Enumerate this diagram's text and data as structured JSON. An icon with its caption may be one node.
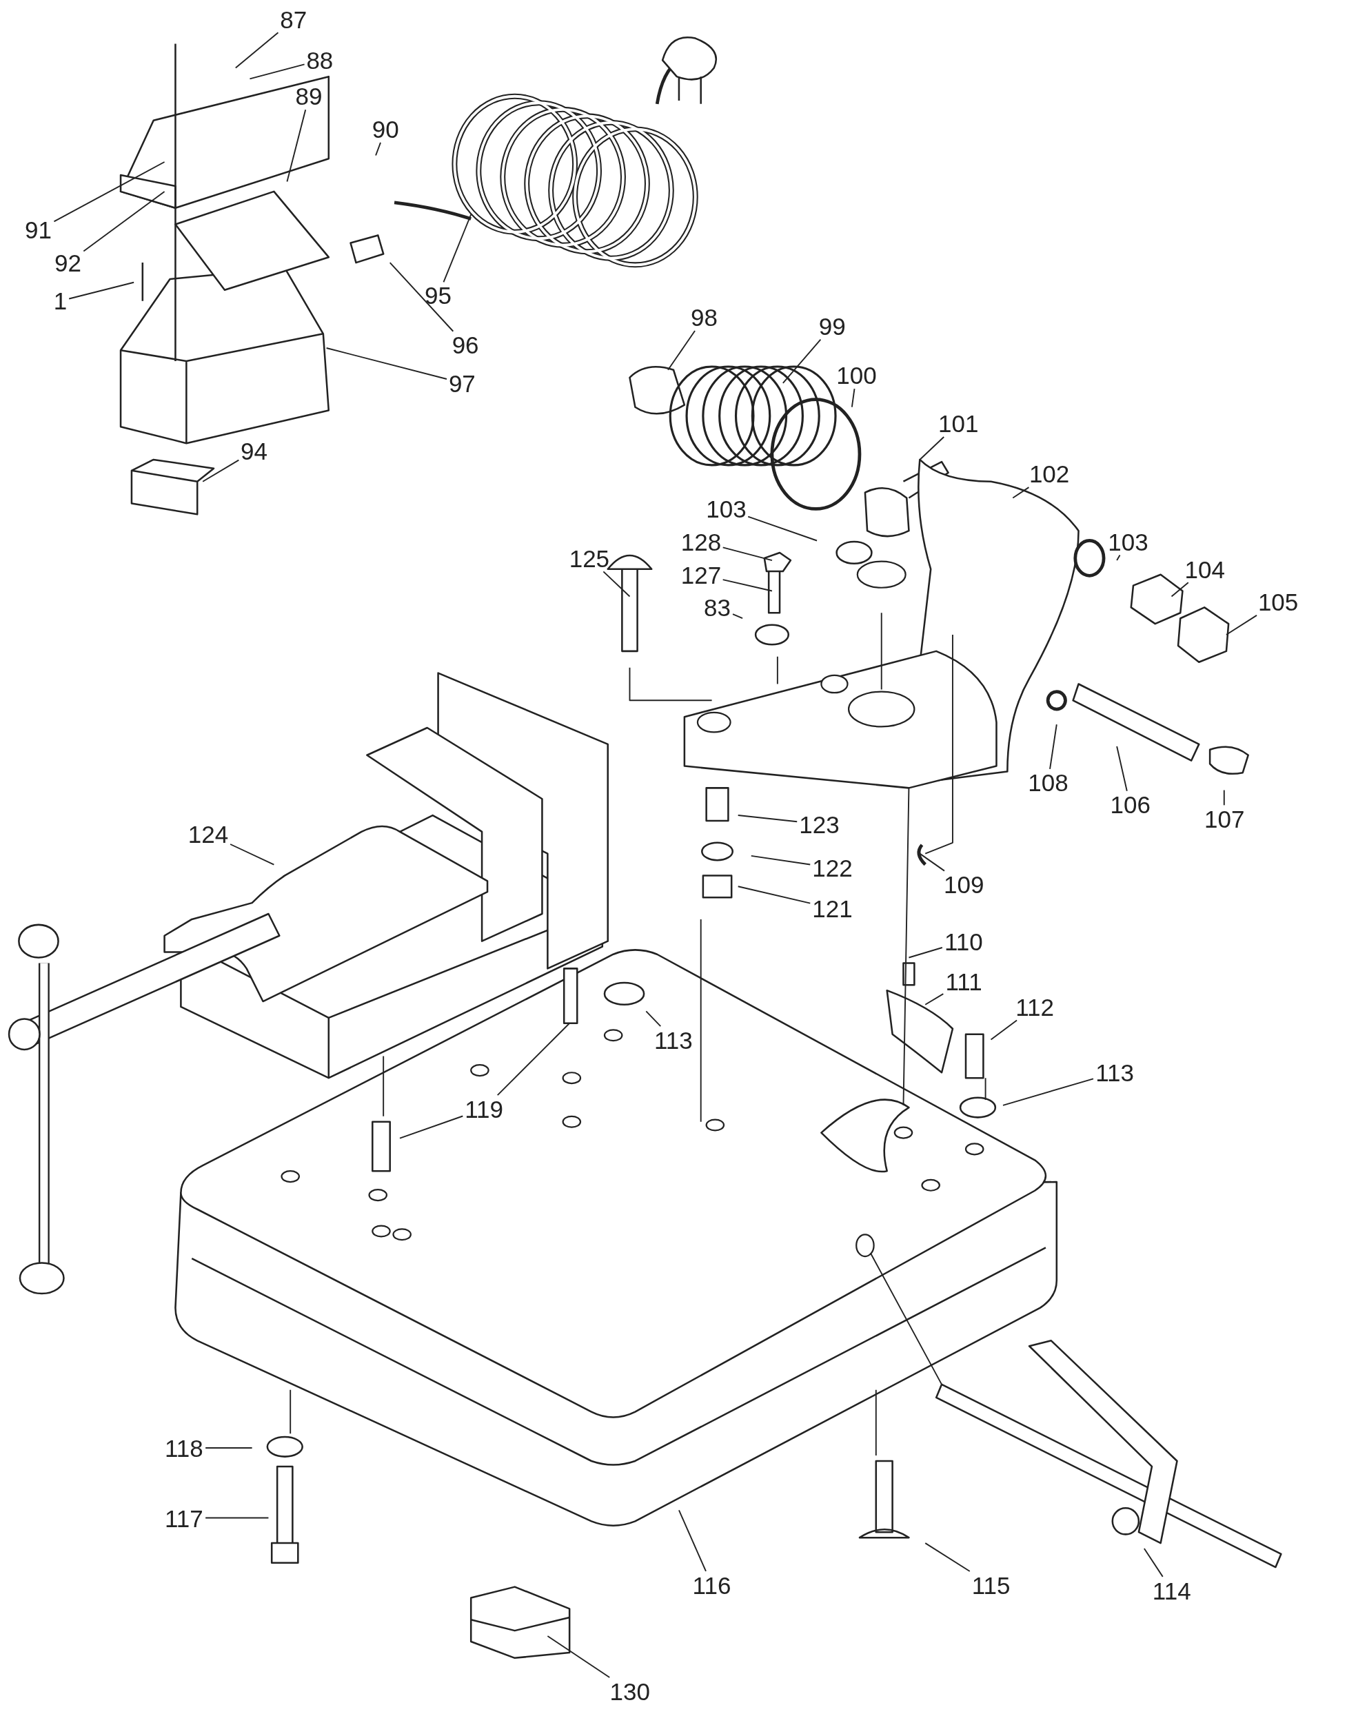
{
  "diagram": {
    "nodes": [
      {
        "text": [
          "87"
        ]
      },
      {
        "text": [
          "88"
        ]
      },
      {
        "text": [
          "89"
        ]
      },
      {
        "text": [
          "90"
        ]
      },
      {
        "text": [
          "91"
        ]
      },
      {
        "text": [
          "92"
        ]
      },
      {
        "text": [
          "1"
        ]
      },
      {
        "text": [
          "95"
        ]
      },
      {
        "text": [
          "96"
        ]
      },
      {
        "text": [
          "97"
        ]
      },
      {
        "text": [
          "94"
        ]
      },
      {
        "text": [
          "98"
        ]
      },
      {
        "text": [
          "99"
        ]
      },
      {
        "text": [
          "100"
        ]
      },
      {
        "text": [
          "101"
        ]
      },
      {
        "text": [
          "102"
        ]
      },
      {
        "text": [
          "103"
        ]
      },
      {
        "text": [
          "128"
        ]
      },
      {
        "text": [
          "127"
        ]
      },
      {
        "text": [
          "83"
        ]
      },
      {
        "text": [
          "125"
        ]
      },
      {
        "text": [
          "103"
        ]
      },
      {
        "text": [
          "104"
        ]
      },
      {
        "text": [
          "105"
        ]
      },
      {
        "text": [
          "108"
        ]
      },
      {
        "text": [
          "106"
        ]
      },
      {
        "text": [
          "107"
        ]
      },
      {
        "text": [
          "124"
        ]
      },
      {
        "text": [
          "123"
        ]
      },
      {
        "text": [
          "122"
        ]
      },
      {
        "text": [
          "121"
        ]
      },
      {
        "text": [
          "109"
        ]
      },
      {
        "text": [
          "110"
        ]
      },
      {
        "text": [
          "111"
        ]
      },
      {
        "text": [
          "112"
        ]
      },
      {
        "text": [
          "113"
        ]
      },
      {
        "text": [
          "119"
        ]
      },
      {
        "text": [
          "113"
        ]
      },
      {
        "text": [
          "118"
        ]
      },
      {
        "text": [
          "117"
        ]
      },
      {
        "text": [
          "116"
        ]
      },
      {
        "text": [
          "115"
        ]
      },
      {
        "text": [
          "114"
        ]
      },
      {
        "text": [
          "130"
        ]
      }
    ],
    "edges": [
      {
        "from": 0,
        "to": null,
        "arrow": "none"
      },
      {
        "from": 1,
        "to": null,
        "arrow": "none"
      },
      {
        "from": 2,
        "to": null,
        "arrow": "none"
      },
      {
        "from": 3,
        "to": null,
        "arrow": "none"
      },
      {
        "from": 4,
        "to": null,
        "arrow": "none"
      },
      {
        "from": 5,
        "to": null,
        "arrow": "none"
      },
      {
        "from": 6,
        "to": null,
        "arrow": "none"
      },
      {
        "from": 7,
        "to": null,
        "arrow": "none"
      },
      {
        "from": 8,
        "to": null,
        "arrow": "none"
      },
      {
        "from": 9,
        "to": null,
        "arrow": "none"
      },
      {
        "from": 10,
        "to": null,
        "arrow": "none"
      },
      {
        "from": 11,
        "to": null,
        "arrow": "none"
      },
      {
        "from": 12,
        "to": null,
        "arrow": "none"
      },
      {
        "from": 13,
        "to": null,
        "arrow": "none"
      },
      {
        "from": 14,
        "to": null,
        "arrow": "none"
      },
      {
        "from": 15,
        "to": null,
        "arrow": "none"
      },
      {
        "from": 16,
        "to": null,
        "arrow": "none"
      },
      {
        "from": 17,
        "to": null,
        "arrow": "none"
      },
      {
        "from": 18,
        "to": null,
        "arrow": "none"
      },
      {
        "from": 19,
        "to": null,
        "arrow": "none"
      },
      {
        "from": 20,
        "to": null,
        "arrow": "none"
      },
      {
        "from": 21,
        "to": null,
        "arrow": "none"
      },
      {
        "from": 22,
        "to": null,
        "arrow": "none"
      },
      {
        "from": 23,
        "to": null,
        "arrow": "none"
      },
      {
        "from": 24,
        "to": null,
        "arrow": "none"
      },
      {
        "from": 25,
        "to": null,
        "arrow": "none"
      },
      {
        "from": 26,
        "to": null,
        "arrow": "none"
      },
      {
        "from": 27,
        "to": null,
        "arrow": "none"
      },
      {
        "from": 28,
        "to": null,
        "arrow": "none"
      },
      {
        "from": 29,
        "to": null,
        "arrow": "none"
      },
      {
        "from": 30,
        "to": null,
        "arrow": "none"
      },
      {
        "from": 31,
        "to": null,
        "arrow": "none"
      },
      {
        "from": 32,
        "to": null,
        "arrow": "none"
      },
      {
        "from": 33,
        "to": null,
        "arrow": "none"
      },
      {
        "from": 34,
        "to": null,
        "arrow": "none"
      },
      {
        "from": 35,
        "to": null,
        "arrow": "none"
      },
      {
        "from": 36,
        "to": null,
        "arrow": "none"
      },
      {
        "from": 36,
        "to": null,
        "arrow": "none"
      },
      {
        "from": 37,
        "to": null,
        "arrow": "none"
      },
      {
        "from": 38,
        "to": null,
        "arrow": "none"
      },
      {
        "from": 39,
        "to": null,
        "arrow": "none"
      },
      {
        "from": 40,
        "to": null,
        "arrow": "none"
      },
      {
        "from": 41,
        "to": null,
        "arrow": "none"
      },
      {
        "from": 42,
        "to": null,
        "arrow": "none"
      },
      {
        "from": 43,
        "to": null,
        "arrow": "none"
      }
    ]
  }
}
